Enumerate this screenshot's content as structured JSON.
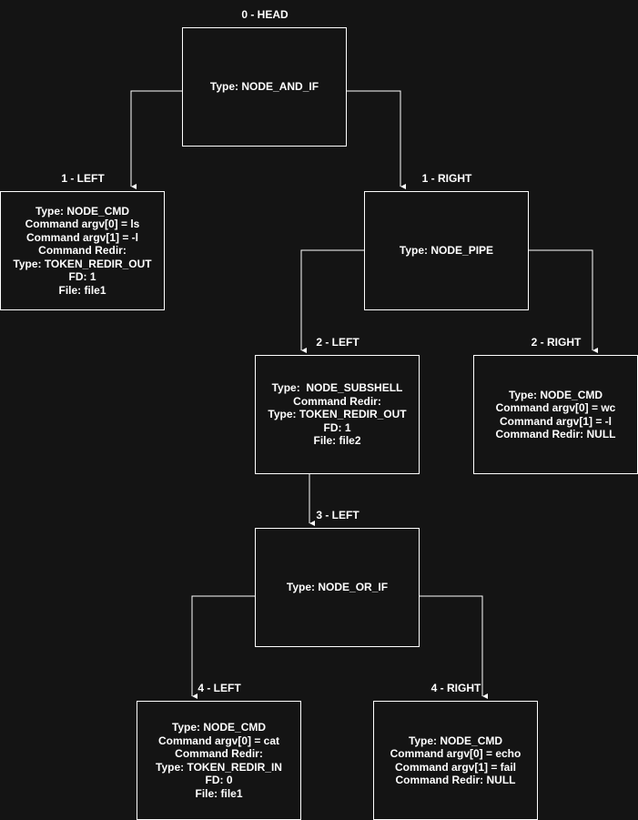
{
  "nodes": {
    "head": {
      "label": "0 - HEAD",
      "lines": [
        "Type: NODE_AND_IF"
      ]
    },
    "left1": {
      "label": "1 - LEFT",
      "lines": [
        "Type: NODE_CMD",
        "Command argv[0] = ls",
        "Command argv[1] = -l",
        "Command Redir:",
        "Type: TOKEN_REDIR_OUT",
        "FD: 1",
        "File: file1"
      ]
    },
    "right1": {
      "label": "1 - RIGHT",
      "lines": [
        "Type: NODE_PIPE"
      ]
    },
    "left2": {
      "label": "2 - LEFT",
      "lines": [
        "Type:  NODE_SUBSHELL",
        "Command Redir:",
        "Type: TOKEN_REDIR_OUT",
        "FD: 1",
        "File: file2"
      ]
    },
    "right2": {
      "label": "2 - RIGHT",
      "lines": [
        "Type: NODE_CMD",
        "Command argv[0] = wc",
        "Command argv[1] = -l",
        "Command Redir: NULL"
      ]
    },
    "left3": {
      "label": "3 - LEFT",
      "lines": [
        "Type: NODE_OR_IF"
      ]
    },
    "left4": {
      "label": "4 - LEFT",
      "lines": [
        "Type: NODE_CMD",
        "Command argv[0] = cat",
        "Command Redir:",
        "Type: TOKEN_REDIR_IN",
        "FD: 0",
        "File: file1"
      ]
    },
    "right4": {
      "label": "4 - RIGHT",
      "lines": [
        "Type: NODE_CMD",
        "Command argv[0] = echo",
        "Command argv[1] = fail",
        "Command Redir: NULL"
      ]
    }
  }
}
